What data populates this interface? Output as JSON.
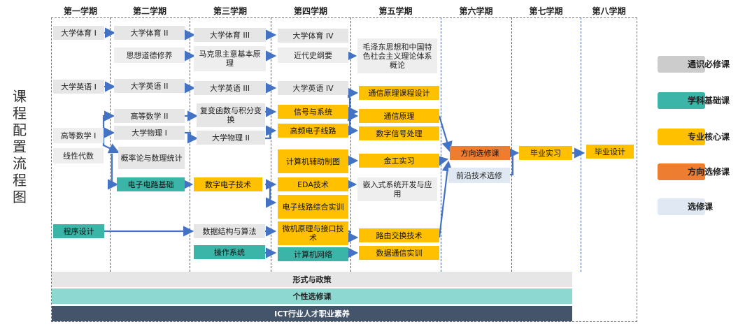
{
  "title": "课程配置流程图",
  "semesters": [
    "第一学期",
    "第二学期",
    "第三学期",
    "第四学期",
    "第五学期",
    "第六学期",
    "第七学期",
    "第八学期"
  ],
  "courses": {
    "pe1": "大学体育 I",
    "pe2": "大学体育 II",
    "pe3": "大学体育 III",
    "pe4": "大学体育 IV",
    "ethics": "思想道德修养",
    "marx": "马克思主意基本原理",
    "history": "近代史纲要",
    "mao": "毛泽东思想和中国特色社会主义理论体系概论",
    "en1": "大学英语 I",
    "en2": "大学英语 II",
    "en3": "大学英语 III",
    "en4": "大学英语 IV",
    "comm_design": "通信原理课程设计",
    "math1": "高等数学 I",
    "math2": "高等数学 II",
    "complex": "复变函数与积分变换",
    "signals": "信号与系统",
    "comm": "通信原理",
    "phys1": "大学物理 I",
    "phys2": "大学物理 II",
    "hf": "高频电子线路",
    "dsp": "数字信号处理",
    "linalg": "线性代数",
    "prob": "概率论与数理统计",
    "cad": "计算机辅助制图",
    "metal": "金工实习",
    "direction": "方向选修课",
    "frontier": "前沿技术选修",
    "intern": "毕业实习",
    "thesis": "毕业设计",
    "circuit": "电子电路基础",
    "digital": "数字电子技术",
    "eda": "EDA技术",
    "embedded": "嵌入式系统开发与应用",
    "elec_lab": "电子线路综合实训",
    "prog": "程序设计",
    "ds": "数据结构与算法",
    "micro": "微机原理与接口技术",
    "router": "路由交换技术",
    "os": "操作系统",
    "network": "计算机网络",
    "datacomm": "数据通信实训"
  },
  "bars": [
    "形式与政策",
    "个性选修课",
    "ICT行业人才职业素养"
  ],
  "legend": [
    {
      "label": "通识必修课",
      "color": "#cccccc"
    },
    {
      "label": "学科基础课",
      "color": "#3ab5a8"
    },
    {
      "label": "专业核心课",
      "color": "#ffc000"
    },
    {
      "label": "方向选修课",
      "color": "#ed7d31"
    },
    {
      "label": "选修课",
      "color": "#dfe8f3"
    }
  ],
  "colors": {
    "arrow": "#4472c4",
    "general": "#e6e6e6",
    "foundation": "#3ab5a8",
    "core": "#ffc000",
    "direction": "#ed7d31",
    "elective": "#dfe8f3"
  }
}
